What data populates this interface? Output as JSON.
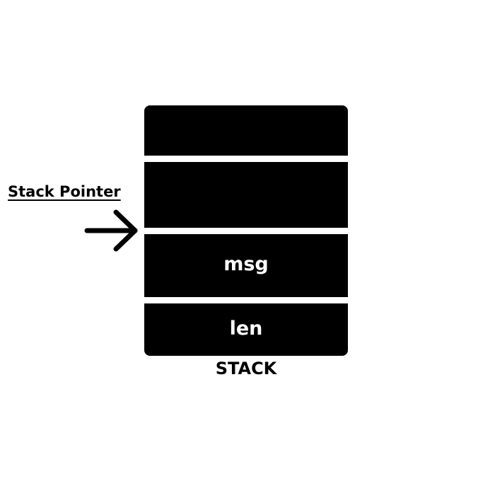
{
  "diagram": {
    "caption": "STACK",
    "pointer_label": "Stack Pointer",
    "slots": [
      {
        "label": ""
      },
      {
        "label": ""
      },
      {
        "label": "msg"
      },
      {
        "label": "len"
      }
    ],
    "colors": {
      "slot_fill": "#000000",
      "slot_text": "#ffffff",
      "background": "#ffffff",
      "arrow": "#000000"
    },
    "icons": {
      "pointer": "arrow-right-icon"
    }
  }
}
